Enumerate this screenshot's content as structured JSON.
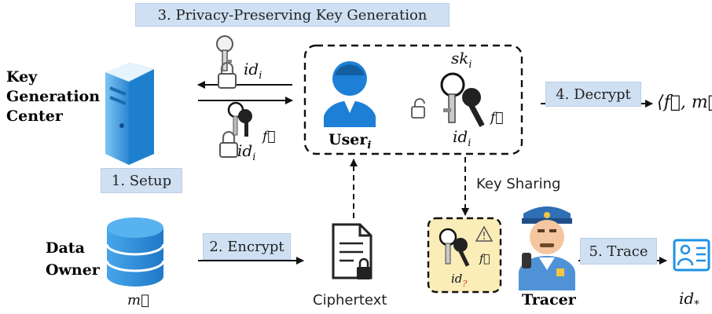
{
  "steps": {
    "privacy_keygen": "3. Privacy-Preserving Key Generation",
    "setup": "1. Setup",
    "encrypt": "2. Encrypt",
    "decrypt": "4. Decrypt",
    "trace": "5. Trace"
  },
  "entities": {
    "kgc": [
      "Key",
      "Generation",
      "Center"
    ],
    "user": "User",
    "user_sub": "i",
    "data_owner": [
      "Data",
      "Owner"
    ],
    "tracer": "Tracer",
    "ciphertext": "Ciphertext"
  },
  "labels": {
    "key_sharing": "Key Sharing",
    "sk": "sk",
    "sk_sub": "i",
    "id": "id",
    "id_sub": "i",
    "f_vec": "f⃗",
    "m_vec": "m⃗",
    "decrypt_output": "⟨f⃗, m⃗⟩",
    "unknown_id_sub": "?",
    "traced_id_sub": "*"
  },
  "colors": {
    "step_box_fill": "#cfe0f3",
    "shared_key_fill": "#fbedb8",
    "server_blue": "#3d9be0",
    "database_blue": "#2f8fd8",
    "user_blue": "#1e7fd6",
    "id_card_blue": "#1e90e6",
    "warning_red": "#c0392b"
  }
}
